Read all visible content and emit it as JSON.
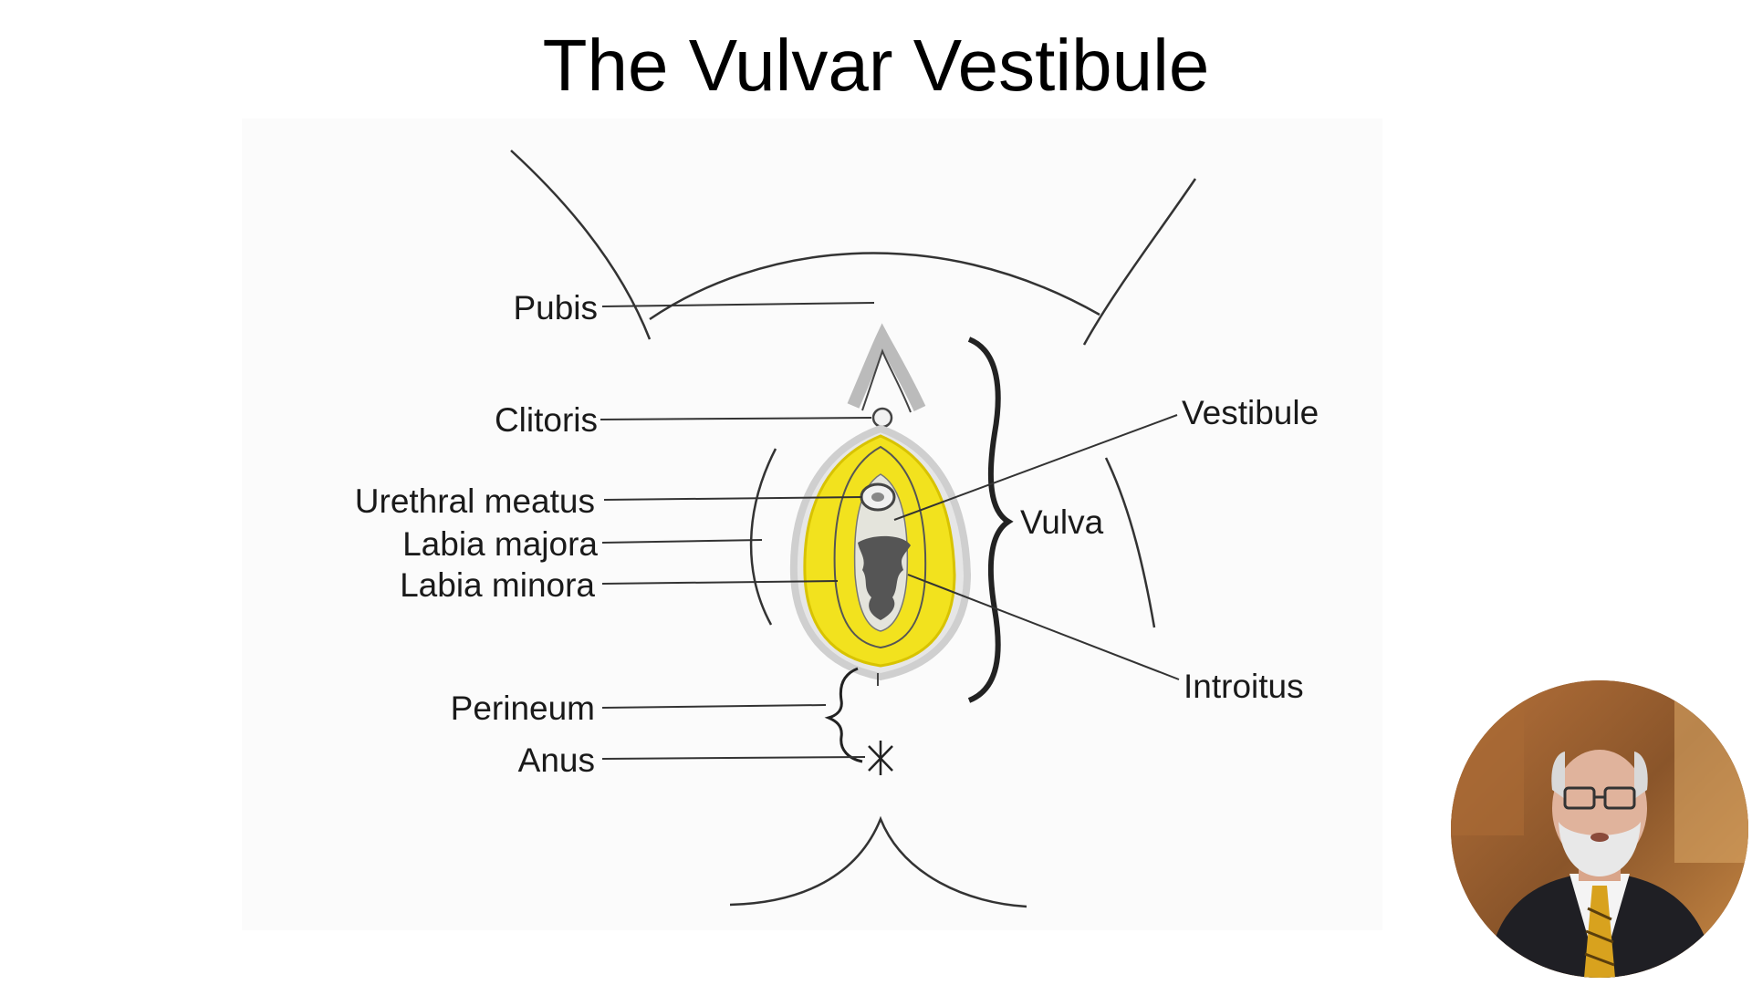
{
  "slide": {
    "title": "The Vulvar Vestibule"
  },
  "diagram": {
    "labels": {
      "pubis": "Pubis",
      "clitoris": "Clitoris",
      "urethral_meatus": "Urethral meatus",
      "labia_majora": "Labia majora",
      "labia_minora": "Labia minora",
      "perineum": "Perineum",
      "anus": "Anus",
      "vestibule": "Vestibule",
      "vulva": "Vulva",
      "introitus": "Introitus"
    },
    "colors": {
      "vestibule_highlight": "#f2e21e",
      "line": "#222222"
    }
  },
  "presenter": {
    "icon": "presenter-video-thumbnail"
  }
}
